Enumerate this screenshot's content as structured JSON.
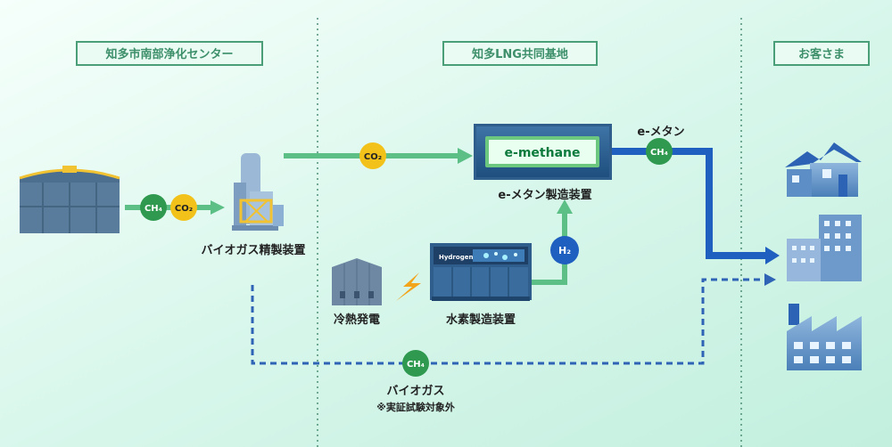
{
  "sections": {
    "left": "知多市南部浄化センター",
    "middle": "知多LNG共同基地",
    "right": "お客さま"
  },
  "badges": {
    "ch4": "CH₄",
    "co2": "CO₂",
    "h2": "H₂"
  },
  "labels": {
    "biogas_refiner": "バイオガス精製装置",
    "emethane_plant": "e-メタン製造装置",
    "emethane_flow": "e-メタン",
    "cold_power": "冷熱発電",
    "hydrogen_plant": "水素製造装置",
    "biogas": "バイオガス",
    "exclusion_note": "※実証試験対象外"
  },
  "equipment_text": {
    "emethane_sign": "e-methane",
    "hydrogen_sign": "Hydrogen"
  },
  "colors": {
    "green_pipe": "#5bbf86",
    "blue_pipe": "#1f5fc0",
    "badge_green": "#2f9a4f",
    "badge_yellow": "#f2c21a"
  }
}
